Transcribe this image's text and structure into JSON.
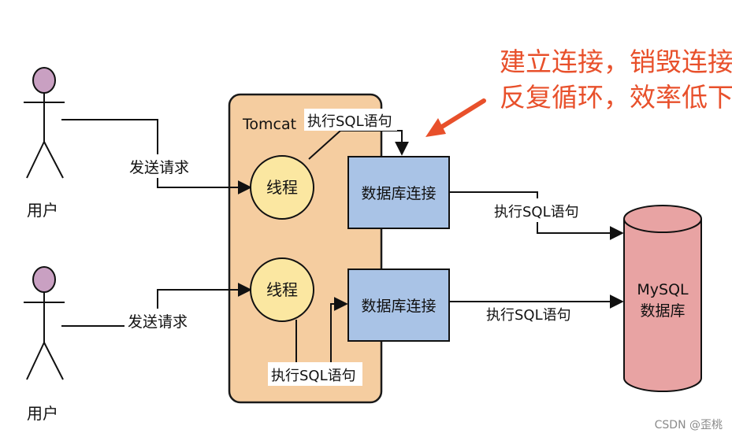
{
  "annotation": {
    "line1": "建立连接，销毁连接",
    "line2": "反复循环，效率低下",
    "color": "#e8502b"
  },
  "users": [
    {
      "label": "用户",
      "request_label": "发送请求"
    },
    {
      "label": "用户",
      "request_label": "发送请求"
    }
  ],
  "tomcat": {
    "title": "Tomcat",
    "fill": "#f5cda0",
    "stroke": "#1a1a1a",
    "threads": [
      {
        "label": "线程",
        "sql_label": "执行SQL语句"
      },
      {
        "label": "线程",
        "sql_label": "执行SQL语句"
      }
    ],
    "connections": [
      {
        "label": "数据库连接",
        "sql_label": "执行SQL语句"
      },
      {
        "label": "数据库连接",
        "sql_label": "执行SQL语句"
      }
    ]
  },
  "database": {
    "line1": "MySQL",
    "line2": "数据库",
    "fill": "#e8a3a3"
  },
  "colors": {
    "thread_fill": "#fbe7a1",
    "connection_fill": "#a9c3e6",
    "user_head": "#c9a0c2"
  },
  "watermark": "CSDN @歪桃"
}
